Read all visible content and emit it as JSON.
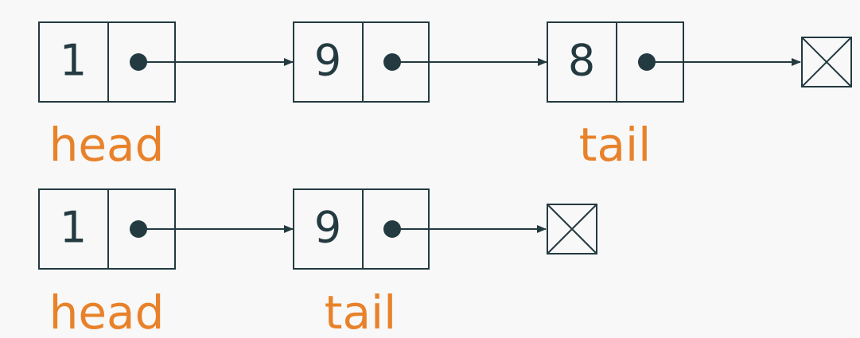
{
  "colors": {
    "background": "#f8f8f8",
    "ink": "#233a40",
    "label": "#e8822a"
  },
  "list_before": {
    "nodes": [
      {
        "value": "1"
      },
      {
        "value": "9"
      },
      {
        "value": "8"
      }
    ],
    "head_label": "head",
    "tail_label": "tail",
    "terminator_icon": "null-terminator-icon"
  },
  "list_after": {
    "nodes": [
      {
        "value": "1"
      },
      {
        "value": "9"
      }
    ],
    "head_label": "head",
    "tail_label": "tail",
    "terminator_icon": "null-terminator-icon"
  }
}
